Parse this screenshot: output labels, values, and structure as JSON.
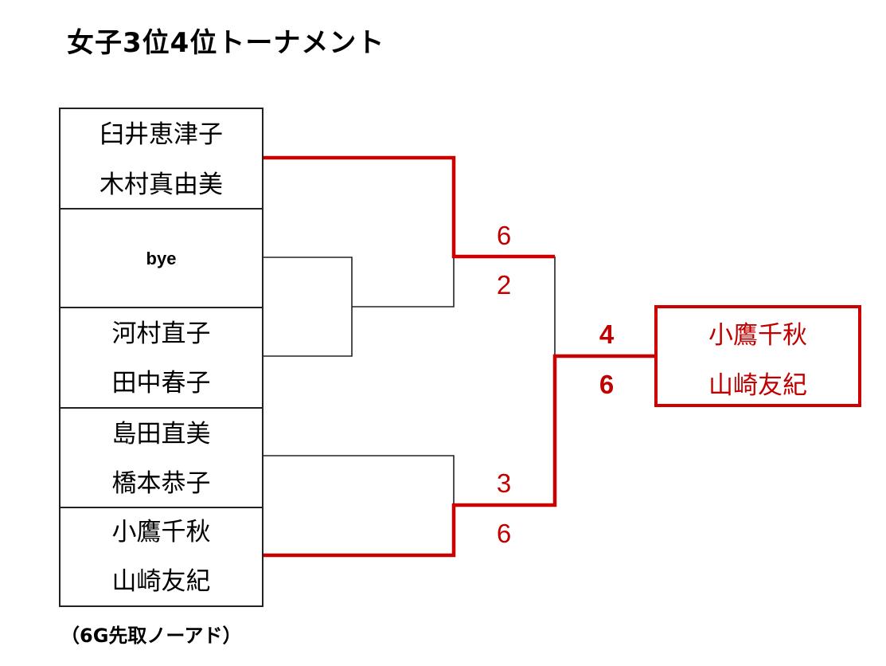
{
  "title": "女子3位4位トーナメント",
  "note": "（6G先取ノーアド）",
  "slots": [
    {
      "players": [
        "臼井恵津子",
        "木村真由美"
      ]
    },
    {
      "players": [
        "bye"
      ]
    },
    {
      "players": [
        "河村直子",
        "田中春子"
      ]
    },
    {
      "players": [
        "島田直美",
        "橋本恭子"
      ]
    },
    {
      "players": [
        "小鷹千秋",
        "山崎友紀"
      ]
    }
  ],
  "scores": {
    "semi1_top": "6",
    "semi1_bottom": "2",
    "semi2_top": "3",
    "semi2_bottom": "6",
    "final_top": "4",
    "final_bottom": "6"
  },
  "winner": [
    "小鷹千秋",
    "山崎友紀"
  ],
  "colors": {
    "win_line": "#cc0000",
    "line": "#222222"
  }
}
